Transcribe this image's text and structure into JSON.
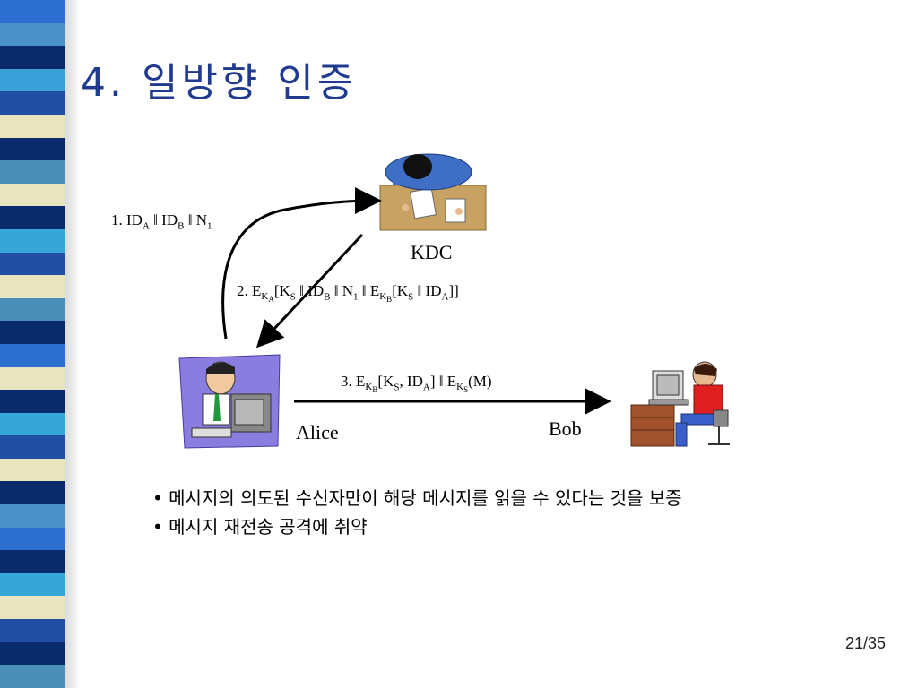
{
  "slide": {
    "title": "4. 일방향 인증",
    "page_number": "21/35"
  },
  "sidebar_stripes": [
    "#2d6fd1",
    "#4a90c8",
    "#0a2a6b",
    "#3aa0d8",
    "#1f4ea3",
    "#e8e4c0",
    "#0a2a6b",
    "#4a8fb8",
    "#e8e4c0",
    "#0a2a6b",
    "#35a6d6",
    "#1f4ea3",
    "#e8e4c0",
    "#4a8fb8",
    "#0a2a6b",
    "#2d6fd1",
    "#e8e4c0",
    "#0a2a6b",
    "#35a6d6",
    "#1f4ea3",
    "#e8e4c0",
    "#0a2a6b",
    "#4a90c8",
    "#2d6fd1",
    "#0a2a6b",
    "#35a6d6",
    "#e8e4c0",
    "#1f4ea3",
    "#0a2a6b",
    "#4a8fb8"
  ],
  "diagram": {
    "kdc_label": "KDC",
    "alice_label": "Alice",
    "bob_label": "Bob",
    "msg1": {
      "prefix": "1. ID",
      "a": "A",
      "sep1": " ‖ ID",
      "b": "B",
      "sep2": " ‖ N",
      "n": "1"
    },
    "msg2": {
      "p1": "2. E",
      "k": "K",
      "ka": "A",
      "p2": "[K",
      "s1": "S",
      "p3": " ‖ ID",
      "b": "B",
      "p4": " ‖ N",
      "n": "1",
      "p5": " ‖ E",
      "k2": "K",
      "kb": "B",
      "p6": "[K",
      "s2": "S",
      "p7": " ‖ ID",
      "a": "A",
      "p8": "]]"
    },
    "msg3": {
      "p1": "3. E",
      "k": "K",
      "kb": "B",
      "p2": "[K",
      "s": "S",
      "p3": ", ID",
      "a": "A",
      "p4": "] ‖ E",
      "k2": "K",
      "ks": "S",
      "p5": "(M)"
    }
  },
  "bullets": [
    "메시지의 의도된 수신자만이 해당 메시지를 읽을 수 있다는 것을 보증",
    "메시지 재전송 공격에 취약"
  ]
}
